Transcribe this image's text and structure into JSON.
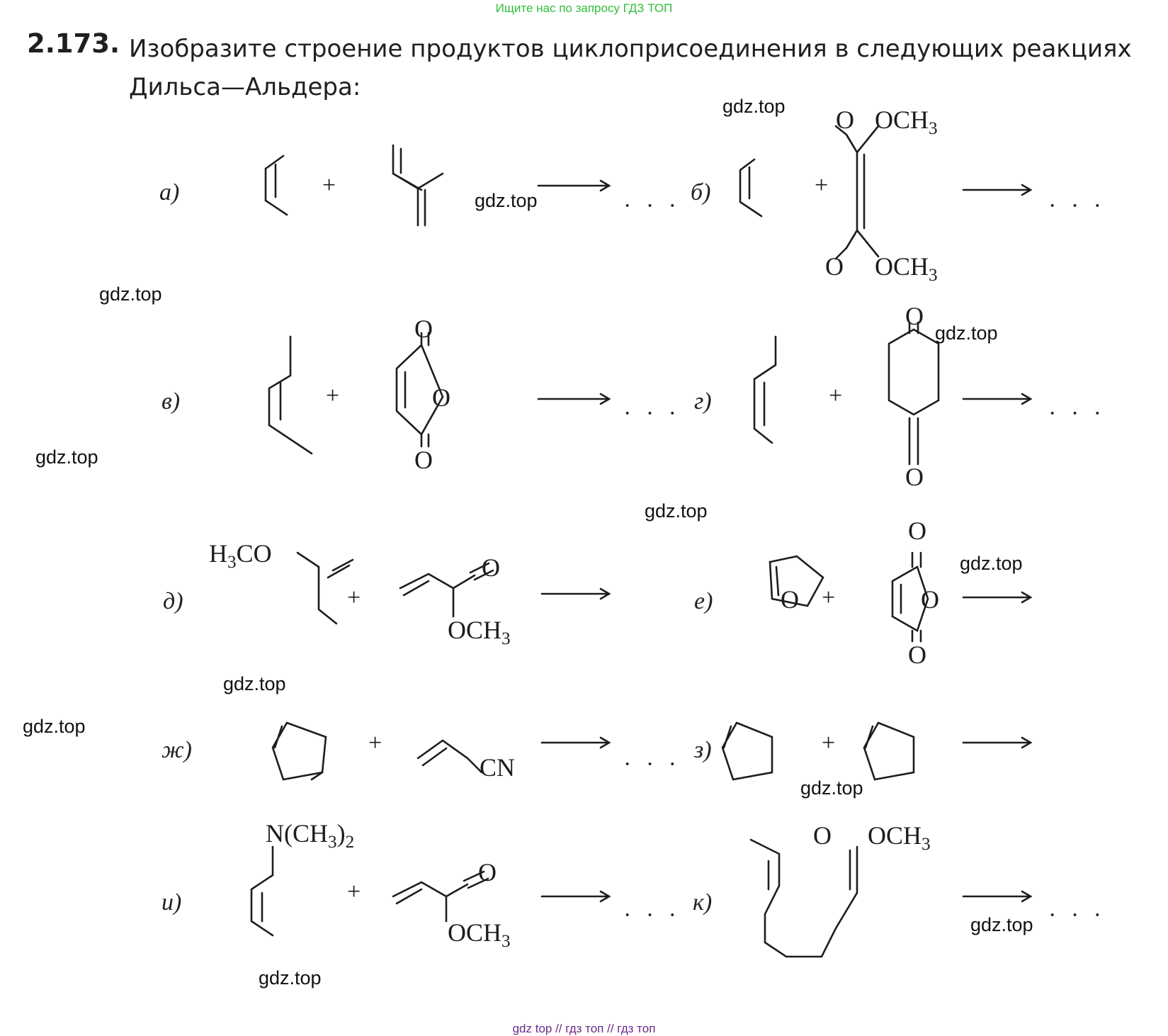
{
  "banner": "Ищите нас по запросу ГДЗ ТОП",
  "problem": {
    "number": "2.173.",
    "text": "Изобразите строение продуктов циклоприсоединения в следующих реакциях Дильса—Альдера:"
  },
  "reactions": {
    "a": {
      "label": "а)",
      "ellipsis": "· · ·"
    },
    "b": {
      "label": "б)",
      "ellipsis": "· · ·",
      "groups": [
        "O",
        "OCH3",
        "O",
        "OCH3"
      ]
    },
    "v": {
      "label": "в)",
      "ellipsis": "· · ·",
      "groups": [
        "O",
        "O",
        "O"
      ]
    },
    "g": {
      "label": "г)",
      "ellipsis": "· · ·",
      "groups": [
        "O",
        "O"
      ]
    },
    "d": {
      "label": "д)",
      "groups": [
        "H3CO",
        "O",
        "OCH3"
      ]
    },
    "e": {
      "label": "е)",
      "groups": [
        "O",
        "O",
        "O",
        "O"
      ]
    },
    "zh": {
      "label": "ж)",
      "ellipsis": "· · ·",
      "groups": [
        "CN"
      ]
    },
    "z": {
      "label": "з)"
    },
    "i": {
      "label": "и)",
      "ellipsis": "· · ·",
      "groups": [
        "N(CH3)2",
        "O",
        "OCH3"
      ]
    },
    "k": {
      "label": "к)",
      "ellipsis": "· · ·",
      "groups": [
        "O",
        "OCH3"
      ]
    }
  },
  "plus": "+",
  "watermark": "gdz.top",
  "footer": "gdz top  //  гдз топ  //  гдз топ"
}
